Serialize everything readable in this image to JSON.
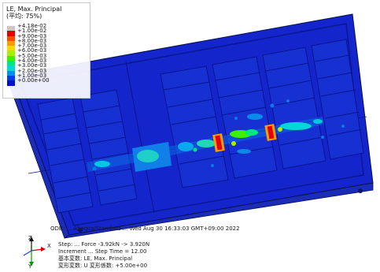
{
  "legend": {
    "title": "LE, Max. Principal",
    "subtitle": "(平均: 75%)",
    "labels": [
      "+4.18e-02",
      "+1.00e-02",
      "+9.00e-03",
      "+8.00e-03",
      "+7.00e-03",
      "+6.00e-03",
      "+5.00e-03",
      "+4.00e-03",
      "+3.00e-03",
      "+2.00e-03",
      "+1.00e-03",
      "+0.00e+00"
    ],
    "colors": [
      "#c8c8c8",
      "#e30000",
      "#ff4a00",
      "#ff9a00",
      "#f5d800",
      "#a8f000",
      "#3cf000",
      "#00e87a",
      "#00d8d8",
      "#0090f0",
      "#0040e8",
      "#0010c8"
    ]
  },
  "info": {
    "line1": "ODB: ...  Abaqus/Standard ...  Wed Aug 30 16:33:03 GMT+09:00 2022",
    "line2": "Step: ...  Force -3.92kN -> 3.920N",
    "line3": "Increment    ...  Step Time =     12.00",
    "line4": "基本変数: LE, Max. Principal",
    "line5": "変形変数: U   変形係数: +5.00e+00"
  },
  "triad": {
    "x": "X",
    "y": "Y",
    "z": "Z"
  },
  "colors": {
    "model_blue": "#1022c8",
    "model_dark": "#0818a0",
    "edge": "#081050"
  }
}
